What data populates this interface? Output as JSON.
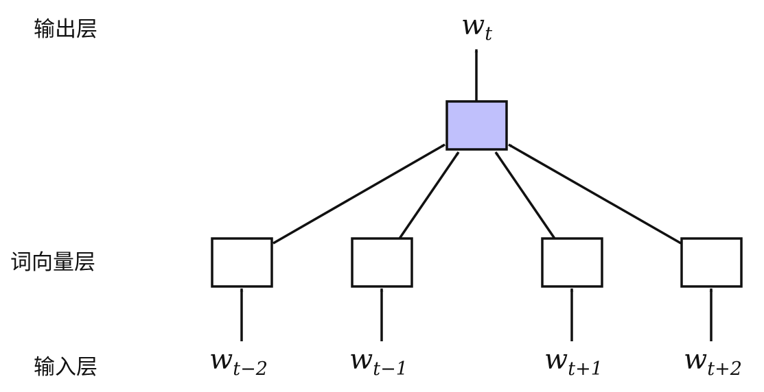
{
  "layers": {
    "output_label": "输出层",
    "embedding_label": "词向量层",
    "input_label": "输入层"
  },
  "output_word": {
    "base": "w",
    "sub": "t"
  },
  "input_words": [
    {
      "base": "w",
      "sub": "t−2"
    },
    {
      "base": "w",
      "sub": "t−1"
    },
    {
      "base": "w",
      "sub": "t+1"
    },
    {
      "base": "w",
      "sub": "t+2"
    }
  ],
  "colors": {
    "output_node_fill": "#c0c0fc",
    "embedding_node_fill": "#ffffff",
    "stroke": "#111111"
  }
}
